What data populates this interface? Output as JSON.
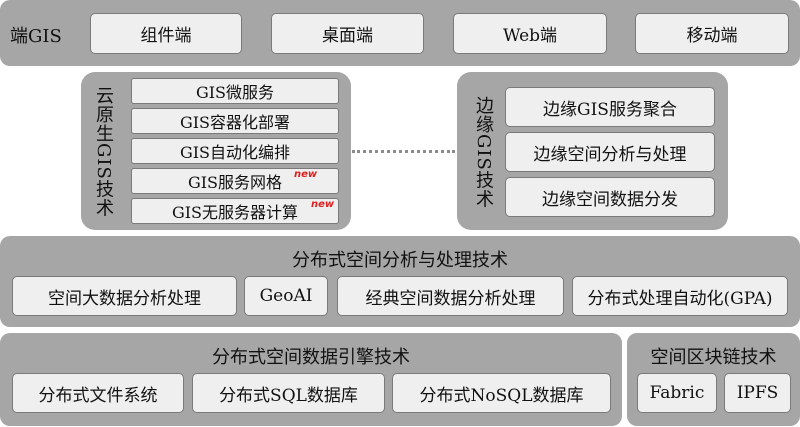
{
  "client": {
    "title": "端GIS",
    "items": [
      "组件端",
      "桌面端",
      "Web端",
      "移动端"
    ]
  },
  "cloud": {
    "title": "云原生GIS技术",
    "items": [
      "GIS微服务",
      "GIS容器化部署",
      "GIS自动化编排",
      "GIS服务网格",
      "GIS无服务器计算"
    ],
    "new_tag": "new"
  },
  "edge": {
    "title": "边缘GIS技术",
    "items": [
      "边缘GIS服务聚合",
      "边缘空间分析与处理",
      "边缘空间数据分发"
    ]
  },
  "analysis": {
    "title": "分布式空间分析与处理技术",
    "items": [
      "空间大数据分析处理",
      "GeoAI",
      "经典空间数据分析处理",
      "分布式处理自动化(GPA)"
    ]
  },
  "engine": {
    "title": "分布式空间数据引擎技术",
    "items": [
      "分布式文件系统",
      "分布式SQL数据库",
      "分布式NoSQL数据库"
    ]
  },
  "blockchain": {
    "title": "空间区块链技术",
    "items": [
      "Fabric",
      "IPFS"
    ]
  }
}
